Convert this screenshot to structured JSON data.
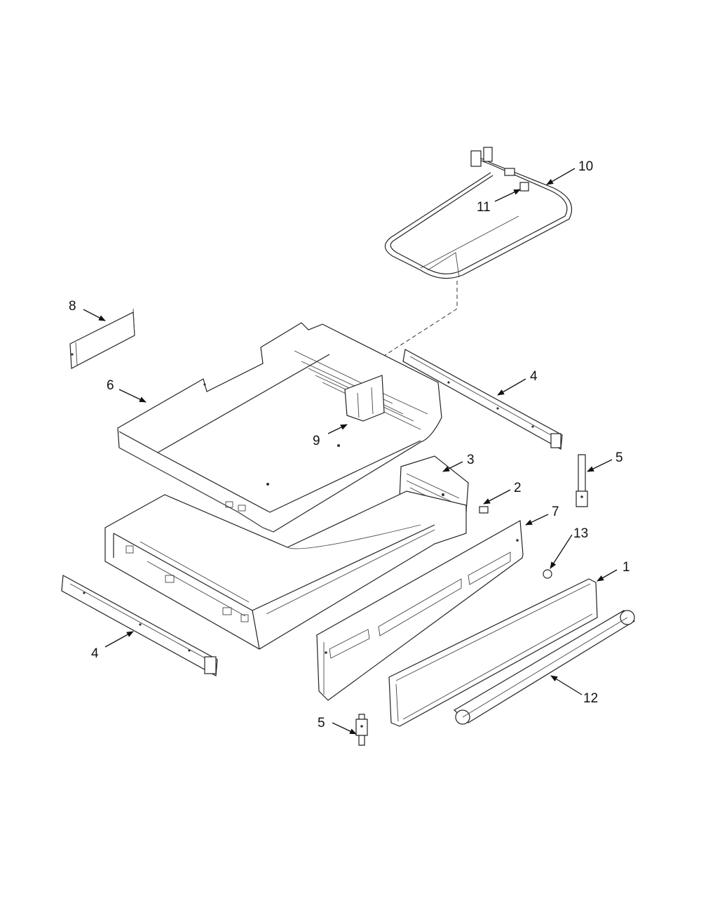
{
  "callouts": {
    "c1": "1",
    "c2": "2",
    "c3": "3",
    "c4_right": "4",
    "c4_left": "4",
    "c5_right": "5",
    "c5_bottom": "5",
    "c6": "6",
    "c7": "7",
    "c8": "8",
    "c9": "9",
    "c10": "10",
    "c11": "11",
    "c12": "12",
    "c13": "13"
  }
}
